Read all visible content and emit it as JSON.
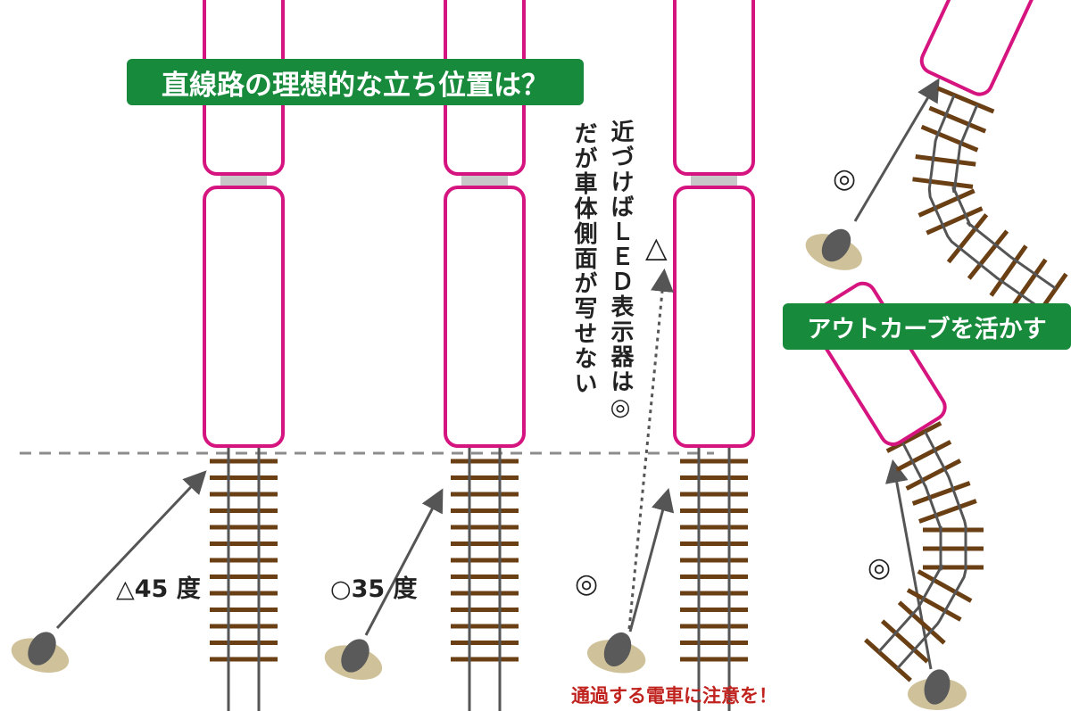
{
  "banners": {
    "straight": "直線路の理想的な立ち位置は？",
    "curve": "アウトカーブを活かす"
  },
  "notes": {
    "vertical_line1": "近づけばＬＥＤ表示器は◎",
    "vertical_line2": "だが車体側面が写せない",
    "warning": "通過する電車に注意を！"
  },
  "positions": [
    {
      "mark": "△",
      "angle": "45",
      "unit": "度"
    },
    {
      "mark": "○",
      "angle": "35",
      "unit": "度"
    },
    {
      "mark": "◎"
    }
  ],
  "extra_marks": {
    "far_position": "△",
    "curve_upper": "◎",
    "curve_lower": "◎"
  },
  "colors": {
    "car_outline": "#d6147f",
    "coupler": "#c8c8c8",
    "rail": "#555555",
    "tie": "#6b3f14",
    "arrow": "#555555",
    "banner": "#178a3c",
    "ground": "#cfc29a",
    "person": "#5a5a5a",
    "warning": "#c0221e"
  },
  "icons": [
    "train-car-outline",
    "photographer-position-icon",
    "camera-direction-arrow"
  ]
}
